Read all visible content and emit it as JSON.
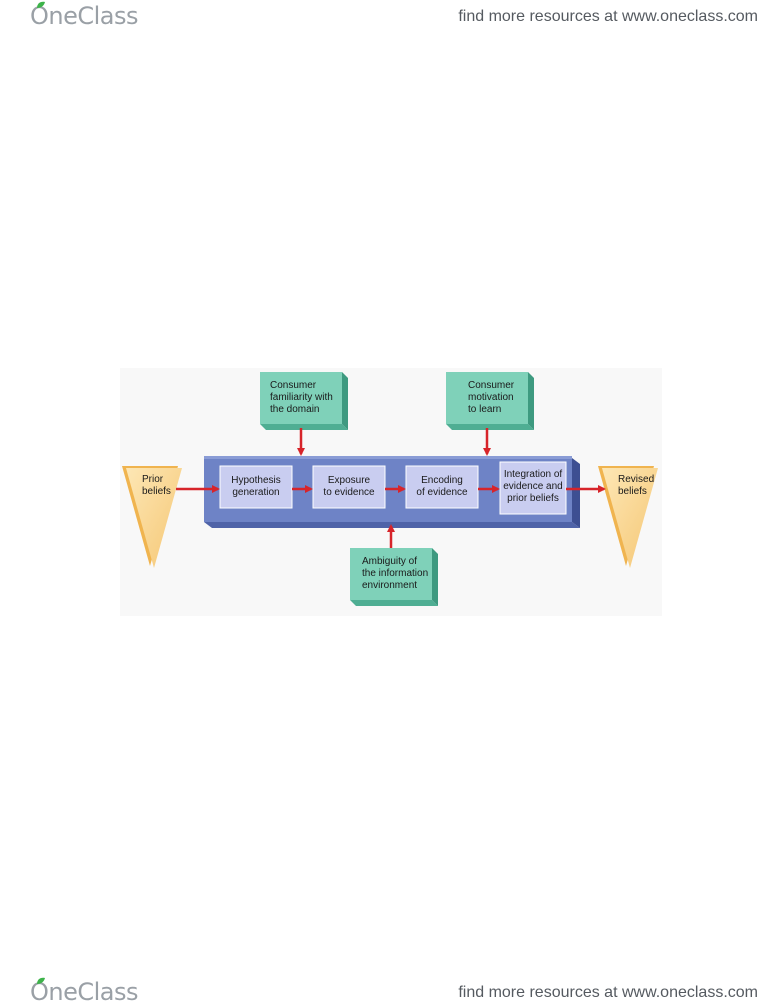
{
  "header": {
    "logo_text": "OneClass",
    "tagline": "find more resources at www.oneclass.com"
  },
  "footer": {
    "logo_text": "OneClass",
    "tagline": "find more resources at www.oneclass.com"
  },
  "diagram": {
    "inputs": {
      "start": "Prior\nbeliefs",
      "end": "Revised\nbeliefs"
    },
    "process_steps": [
      "Hypothesis\ngeneration",
      "Exposure\nto evidence",
      "Encoding\nof evidence",
      "Integration of\nevidence and\nprior beliefs"
    ],
    "moderators": {
      "familiarity": "Consumer\nfamiliarity with\nthe domain",
      "motivation": "Consumer\nmotivation\nto learn",
      "ambiguity": "Ambiguity of\nthe information\nenvironment"
    },
    "colors": {
      "process_band": "#6e83c6",
      "step_box": "#c9cdf0",
      "moderator_box": "#7fd1b9",
      "belief_triangle": "#f9d79a",
      "arrow": "#d7242a",
      "logo": "#9aa0a6",
      "logo_leaf": "#3db34a"
    }
  }
}
